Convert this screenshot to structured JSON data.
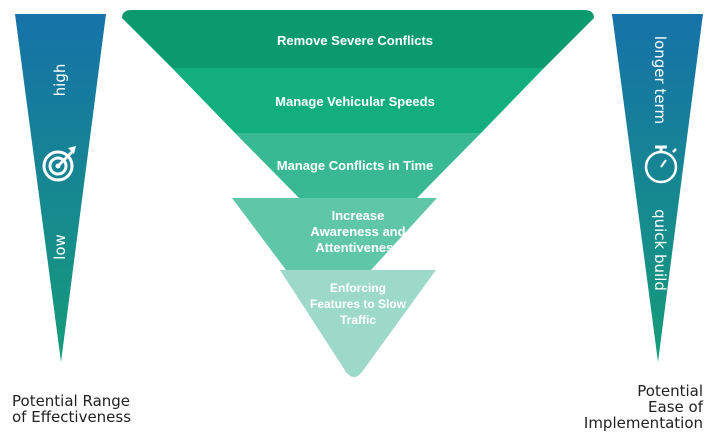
{
  "pyramid": {
    "tiers": [
      {
        "label": "Remove Severe Conflicts",
        "color": "#0a9a6e"
      },
      {
        "label": "Manage Vehicular Speeds",
        "color": "#13ae7e"
      },
      {
        "label": "Manage Conflicts in Time",
        "color": "#38b993"
      },
      {
        "label": "Increase Awareness and Attentiveness",
        "color": "#60c6a8"
      },
      {
        "label": "Enforcing Features to Slow Traffic",
        "color": "#9dd9c8"
      }
    ]
  },
  "left_scale": {
    "top_label": "high",
    "bottom_label": "low",
    "icon": "target-icon",
    "caption_line1": "Potential Range",
    "caption_line2": "of Effectiveness",
    "gradient_top": "#1672a8",
    "gradient_bottom": "#169c7a"
  },
  "right_scale": {
    "top_label": "longer term",
    "bottom_label": "quick build",
    "icon": "stopwatch-icon",
    "caption_line1": "Potential",
    "caption_line2": "Ease of",
    "caption_line3": "Implementation",
    "gradient_top": "#1672a8",
    "gradient_bottom": "#169c7a"
  }
}
